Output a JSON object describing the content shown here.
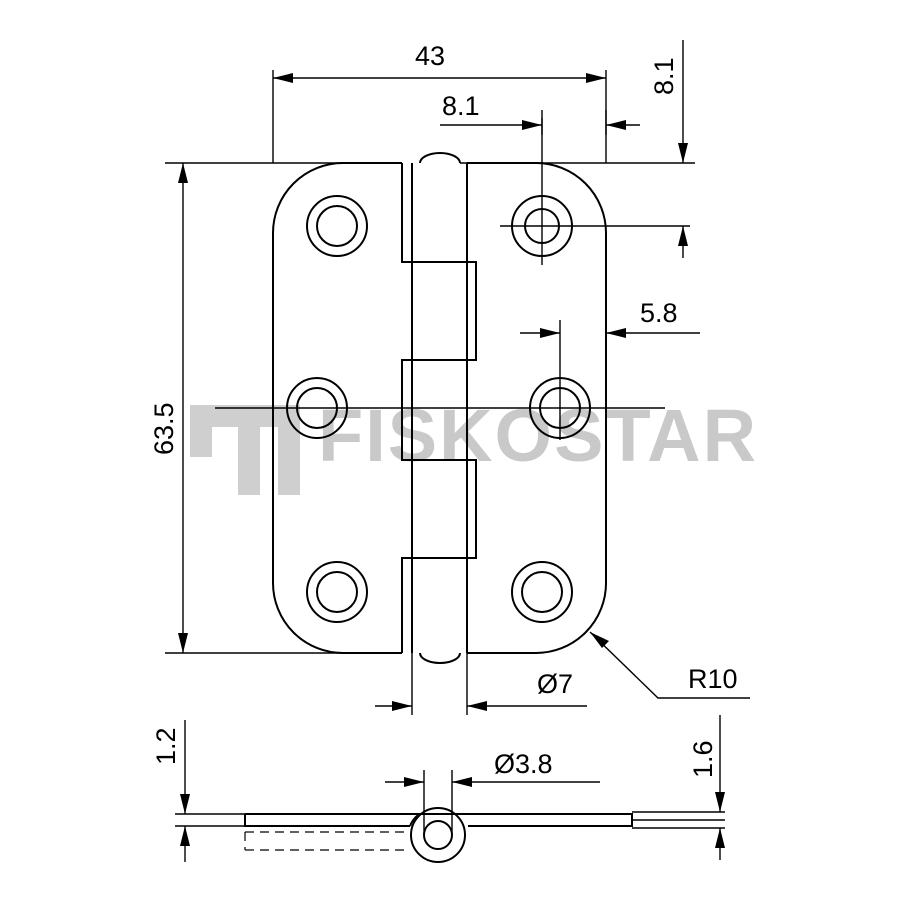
{
  "watermark": {
    "brand": "FISKOSTAR"
  },
  "dimensions": {
    "overall_width": "43",
    "hole_offset_top": "8.1",
    "hole_offset_side": "8.1",
    "hole_spacing_side": "5.8",
    "overall_height": "63.5",
    "knuckle_diameter": "Ø7",
    "corner_radius": "R10",
    "leaf_thickness_left": "1.2",
    "pin_diameter": "Ø3.8",
    "leaf_thickness_right": "1.6"
  },
  "colors": {
    "line": "#000000",
    "watermark": "#cccccc",
    "background": "#ffffff"
  }
}
